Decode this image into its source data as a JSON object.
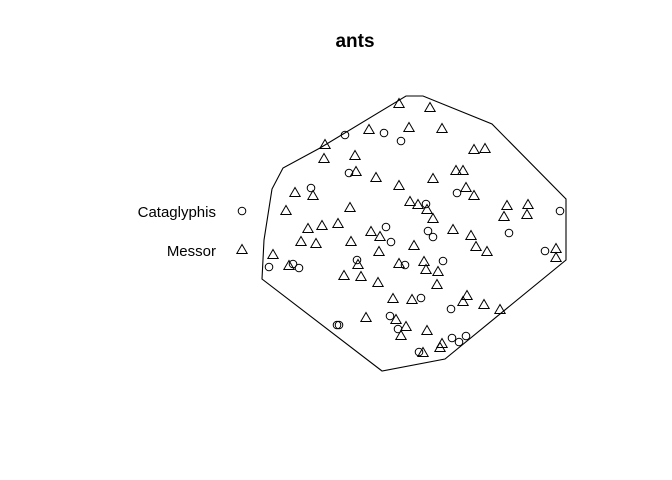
{
  "chart_data": {
    "type": "scatter",
    "title": "ants",
    "legend": {
      "placement": "left",
      "entries": [
        {
          "label": "Cataglyphis",
          "marker": "circle"
        },
        {
          "label": "Messor",
          "marker": "triangle"
        }
      ]
    },
    "window": {
      "vertices": [
        [
          406,
          96
        ],
        [
          423,
          96
        ],
        [
          492,
          124
        ],
        [
          566,
          199
        ],
        [
          566,
          260
        ],
        [
          445,
          359
        ],
        [
          382,
          371
        ],
        [
          262,
          279
        ],
        [
          264,
          240
        ],
        [
          272,
          189
        ],
        [
          283,
          168
        ],
        [
          320,
          148
        ]
      ]
    },
    "series": [
      {
        "name": "Cataglyphis",
        "marker": "circle",
        "points": [
          [
            345,
            135
          ],
          [
            384,
            133
          ],
          [
            401,
            141
          ],
          [
            311,
            188
          ],
          [
            349,
            173
          ],
          [
            457,
            193
          ],
          [
            426,
            204
          ],
          [
            386,
            227
          ],
          [
            433,
            237
          ],
          [
            509,
            233
          ],
          [
            391,
            242
          ],
          [
            545,
            251
          ],
          [
            560,
            211
          ],
          [
            443,
            261
          ],
          [
            357,
            260
          ],
          [
            293,
            264
          ],
          [
            299,
            268
          ],
          [
            269,
            267
          ],
          [
            405,
            265
          ],
          [
            421,
            298
          ],
          [
            390,
            316
          ],
          [
            337,
            325
          ],
          [
            339,
            325
          ],
          [
            451,
            309
          ],
          [
            398,
            329
          ],
          [
            452,
            338
          ],
          [
            466,
            336
          ],
          [
            459,
            342
          ],
          [
            419,
            352
          ],
          [
            428,
            231
          ]
        ]
      },
      {
        "name": "Messor",
        "marker": "triangle",
        "points": [
          [
            399,
            104
          ],
          [
            430,
            108
          ],
          [
            369,
            130
          ],
          [
            409,
            128
          ],
          [
            442,
            129
          ],
          [
            325,
            145
          ],
          [
            324,
            159
          ],
          [
            355,
            156
          ],
          [
            474,
            150
          ],
          [
            485,
            149
          ],
          [
            356,
            172
          ],
          [
            376,
            178
          ],
          [
            456,
            171
          ],
          [
            463,
            171
          ],
          [
            433,
            179
          ],
          [
            399,
            186
          ],
          [
            295,
            193
          ],
          [
            313,
            196
          ],
          [
            466,
            188
          ],
          [
            474,
            196
          ],
          [
            410,
            202
          ],
          [
            418,
            205
          ],
          [
            427,
            210
          ],
          [
            507,
            206
          ],
          [
            528,
            205
          ],
          [
            286,
            211
          ],
          [
            350,
            208
          ],
          [
            433,
            219
          ],
          [
            504,
            217
          ],
          [
            527,
            215
          ],
          [
            308,
            229
          ],
          [
            322,
            226
          ],
          [
            338,
            224
          ],
          [
            371,
            232
          ],
          [
            453,
            230
          ],
          [
            301,
            242
          ],
          [
            316,
            244
          ],
          [
            351,
            242
          ],
          [
            380,
            237
          ],
          [
            414,
            246
          ],
          [
            471,
            236
          ],
          [
            476,
            247
          ],
          [
            487,
            252
          ],
          [
            556,
            249
          ],
          [
            273,
            255
          ],
          [
            289,
            266
          ],
          [
            379,
            252
          ],
          [
            358,
            265
          ],
          [
            399,
            264
          ],
          [
            424,
            262
          ],
          [
            344,
            276
          ],
          [
            361,
            277
          ],
          [
            426,
            270
          ],
          [
            438,
            272
          ],
          [
            437,
            285
          ],
          [
            378,
            283
          ],
          [
            393,
            299
          ],
          [
            412,
            300
          ],
          [
            467,
            296
          ],
          [
            463,
            302
          ],
          [
            484,
            305
          ],
          [
            500,
            310
          ],
          [
            366,
            318
          ],
          [
            396,
            320
          ],
          [
            427,
            331
          ],
          [
            406,
            327
          ],
          [
            401,
            336
          ],
          [
            442,
            344
          ],
          [
            440,
            348
          ],
          [
            423,
            353
          ],
          [
            556,
            258
          ]
        ]
      }
    ]
  }
}
